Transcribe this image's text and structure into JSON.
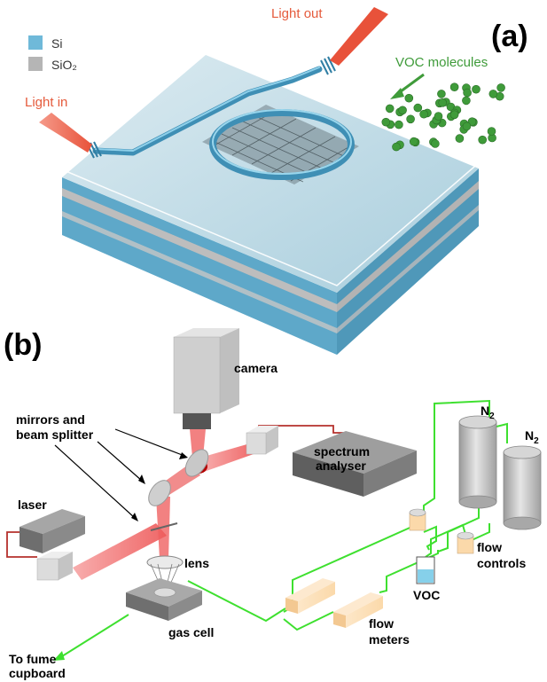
{
  "panel_a": {
    "label": "(a)",
    "legend": [
      {
        "name": "Si",
        "color": "#6fb9d9"
      },
      {
        "name": "SiO₂",
        "color": "#b5b5b5"
      }
    ],
    "light_in": "Light in",
    "light_out": "Light out",
    "voc_label": "VOC molecules",
    "colors": {
      "laser": "#e8523a",
      "label_red": "#e55b3c",
      "voc_green": "#3f9b3a",
      "si": "#7ec3e0",
      "glass": "#cfe2ea"
    }
  },
  "panel_b": {
    "label": "(b)",
    "camera": "camera",
    "mirrors_line1": "mirrors and",
    "mirrors_line2": "beam splitter",
    "spectrum_line1": "spectrum",
    "spectrum_line2": "analyser",
    "laser": "laser",
    "lens": "lens",
    "gas_cell": "gas cell",
    "fume_line1": "To fume",
    "fume_line2": "cupboard",
    "flow_meters_line1": "flow",
    "flow_meters_line2": "meters",
    "voc": "VOC",
    "flow_controls_line1": "flow",
    "flow_controls_line2": "controls",
    "n2_main": "N",
    "n2_sub": "2",
    "colors": {
      "gas_line": "#3ee02f",
      "fiber": "#b5302c",
      "beam": "#f06b6b",
      "box": "#8c8c8c"
    }
  }
}
